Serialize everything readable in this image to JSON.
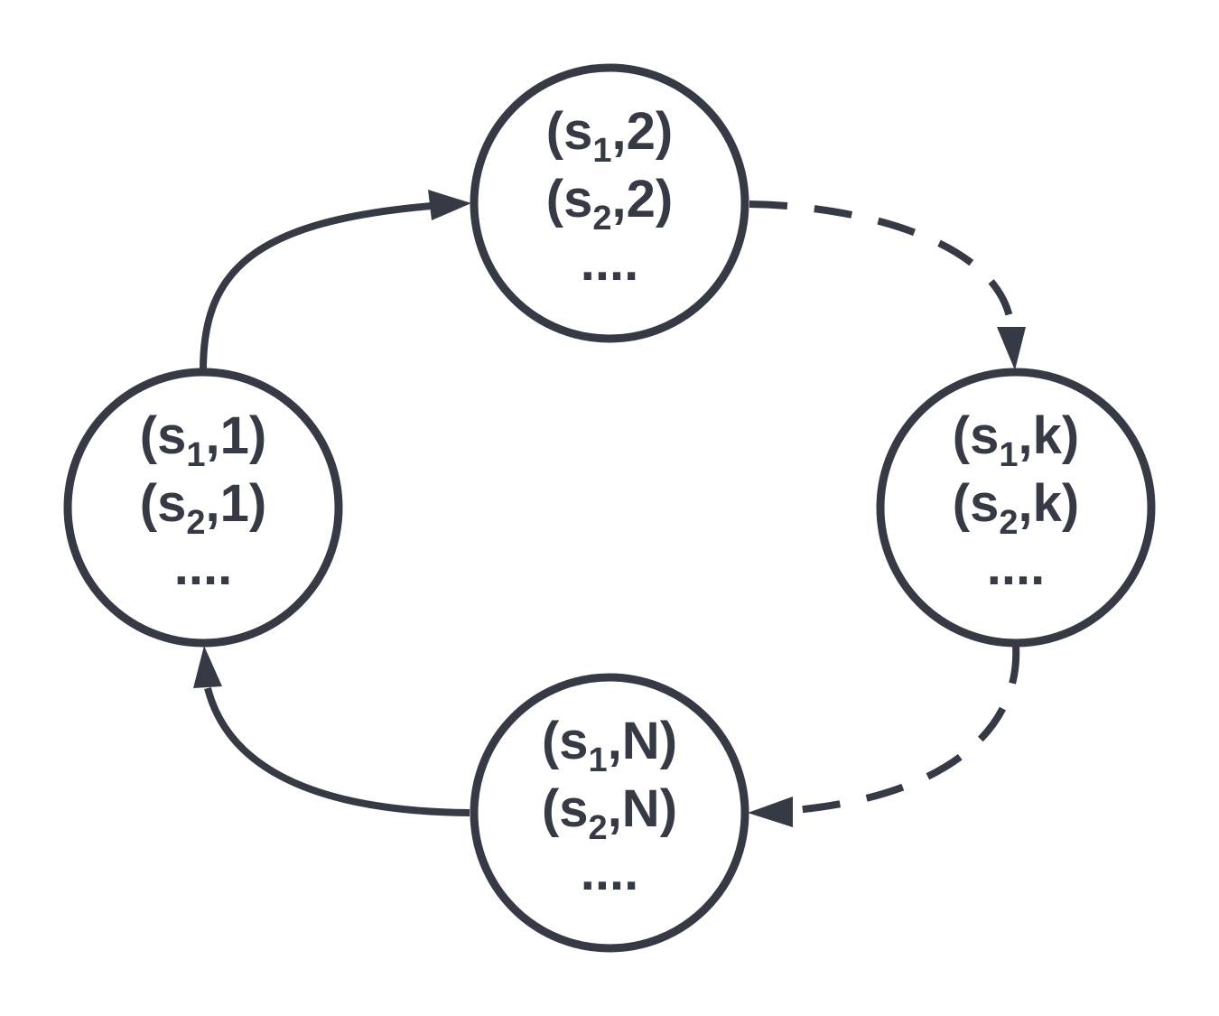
{
  "nodes": [
    {
      "id": "node-2",
      "line1": {
        "prefix": "(s",
        "sub": "1",
        "suffix": ",2)"
      },
      "line2": {
        "prefix": "(s",
        "sub": "2",
        "suffix": ",2)"
      },
      "ellipsis": "...."
    },
    {
      "id": "node-k",
      "line1": {
        "prefix": "(s",
        "sub": "1",
        "suffix": ",k)"
      },
      "line2": {
        "prefix": "(s",
        "sub": "2",
        "suffix": ",k)"
      },
      "ellipsis": "...."
    },
    {
      "id": "node-n",
      "line1": {
        "prefix": "(s",
        "sub": "1",
        "suffix": ",N)"
      },
      "line2": {
        "prefix": "(s",
        "sub": "2",
        "suffix": ",N)"
      },
      "ellipsis": "...."
    },
    {
      "id": "node-1",
      "line1": {
        "prefix": "(s",
        "sub": "1",
        "suffix": ",1)"
      },
      "line2": {
        "prefix": "(s",
        "sub": "2",
        "suffix": ",1)"
      },
      "ellipsis": "...."
    }
  ],
  "edges": [
    {
      "from": "node-1",
      "to": "node-2",
      "style": "solid"
    },
    {
      "from": "node-2",
      "to": "node-k",
      "style": "dashed"
    },
    {
      "from": "node-k",
      "to": "node-n",
      "style": "dashed"
    },
    {
      "from": "node-n",
      "to": "node-1",
      "style": "solid"
    }
  ],
  "colors": {
    "stroke": "#363a45",
    "background": "#ffffff"
  }
}
